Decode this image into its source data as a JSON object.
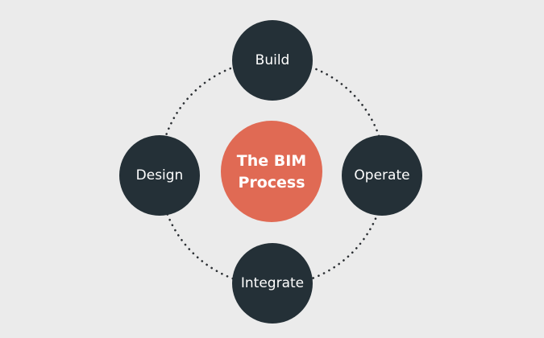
{
  "diagram": {
    "type": "cycle",
    "colors": {
      "background": "#ebebeb",
      "node": "#243037",
      "center": "#e06a54",
      "connector": "#2b2f33"
    },
    "center": {
      "line1": "The BIM",
      "line2": "Process"
    },
    "nodes": [
      {
        "id": "build",
        "label": "Build",
        "position": "top"
      },
      {
        "id": "operate",
        "label": "Operate",
        "position": "right"
      },
      {
        "id": "integrate",
        "label": "Integrate",
        "position": "bottom"
      },
      {
        "id": "design",
        "label": "Design",
        "position": "left"
      }
    ]
  }
}
